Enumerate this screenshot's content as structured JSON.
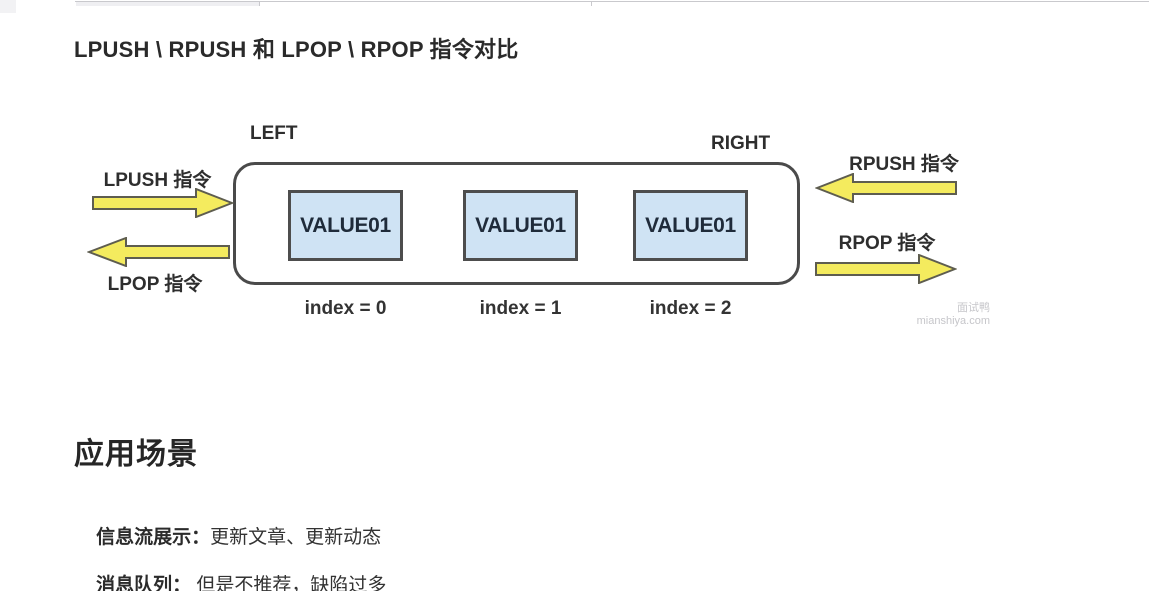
{
  "page": {
    "title": "LPUSH \\ RPUSH 和 LPOP \\ RPOP 指令对比"
  },
  "diagram": {
    "left_label": "LEFT",
    "right_label": "RIGHT",
    "arrows": {
      "lpush_label": "LPUSH 指令",
      "lpop_label": "LPOP 指令",
      "rpush_label": "RPUSH 指令",
      "rpop_label": "RPOP 指令"
    },
    "cells": [
      {
        "value": "VALUE01",
        "index_label": "index = 0"
      },
      {
        "value": "VALUE01",
        "index_label": "index = 1"
      },
      {
        "value": "VALUE01",
        "index_label": "index = 2"
      }
    ],
    "colors": {
      "arrow_fill": "#F4EB5E",
      "arrow_stroke": "#5E5D4F",
      "cell_fill": "#CFE3F4",
      "cell_border": "#4D4D4D",
      "container_border": "#4A4A4A"
    },
    "watermark": {
      "line1": "面试鸭",
      "line2": "mianshiya.com"
    }
  },
  "section": {
    "heading": "应用场景",
    "items": [
      {
        "label": "信息流展示：",
        "text": "更新文章、更新动态"
      },
      {
        "label": "消息队列：",
        "text": " 但是不推荐，缺陷过多"
      }
    ]
  }
}
